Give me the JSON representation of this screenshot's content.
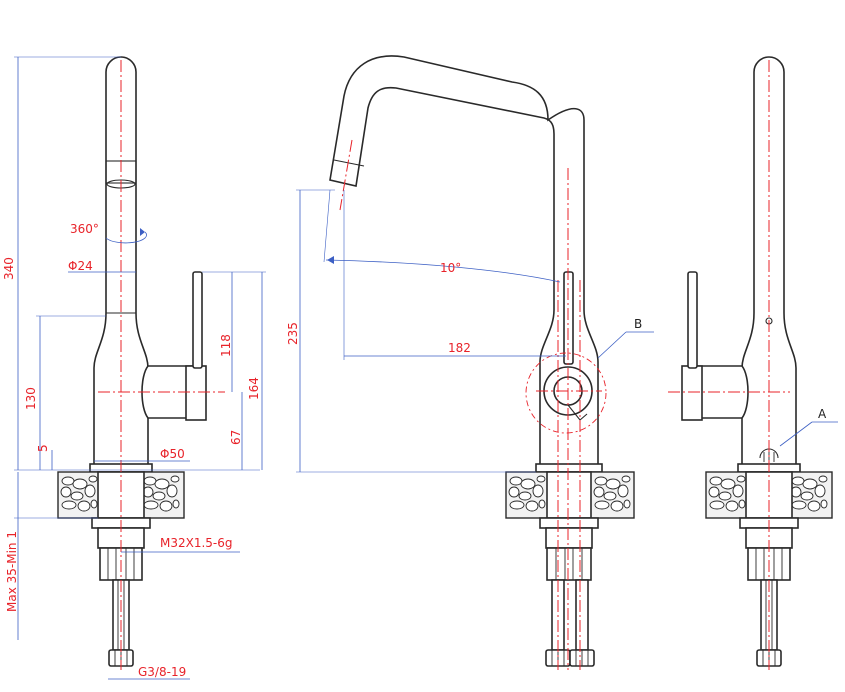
{
  "drawing": {
    "views": [
      "side-view-left",
      "front-view",
      "side-view-right"
    ],
    "dimensions": {
      "total_height": "340",
      "swivel": "360°",
      "spout_diameter": "Φ24",
      "body_height": "130",
      "lever_height": "118",
      "lever_axis_height": "164",
      "base_gap": "5",
      "handle_axis": "67",
      "base_diameter": "Φ50",
      "thread": "M32X1.5-6g",
      "mount_range": "Max 35-Min 1",
      "hose_thread": "G3/8-19",
      "spout_height": "235",
      "spout_reach": "182",
      "tilt_angle": "10°"
    },
    "details": {
      "detail_b": "B",
      "detail_a": "A"
    }
  },
  "colors": {
    "outline": "#2a2a2a",
    "centerline": "#e8232a",
    "dimension_line": "#3c5fc4",
    "dimension_text": "#e8232a"
  }
}
